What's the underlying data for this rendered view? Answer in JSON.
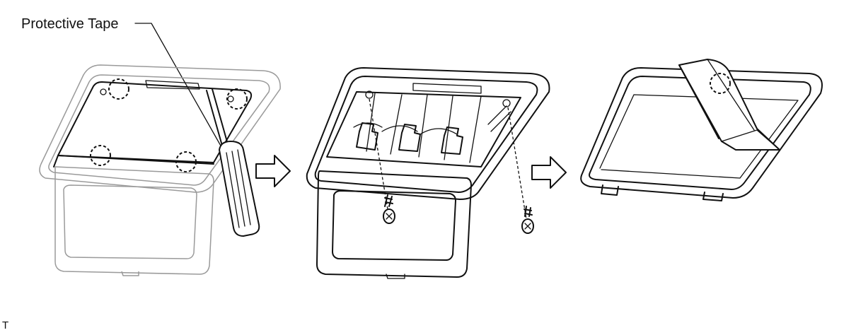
{
  "callout": {
    "protective_tape": "Protective Tape"
  },
  "corner_code": "T",
  "icons": {
    "screwdriver": "screwdriver-icon",
    "screw": "screw-icon",
    "arrow": "right-arrow-icon",
    "clip_marker": "dashed-circle-clip-marker"
  },
  "colors": {
    "line": "#111111",
    "background": "#ffffff"
  }
}
